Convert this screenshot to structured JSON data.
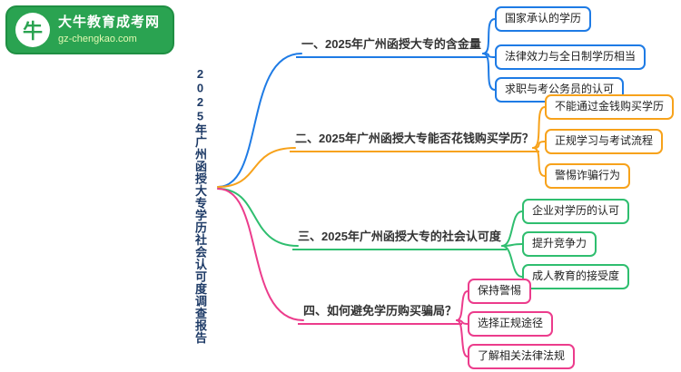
{
  "logo": {
    "site_name": "大牛教育成考网",
    "site_url": "gz-chengkao.com",
    "bull_char": "牛"
  },
  "root": {
    "title": "2025年广州函授大专学历社会认可度调查报告"
  },
  "branches": [
    {
      "label": "一、2025年广州函授大专的含金量",
      "color": "#1e7be5",
      "children": [
        "国家承认的学历",
        "法律效力与全日制学历相当",
        "求职与考公务员的认可"
      ]
    },
    {
      "label": "二、2025年广州函授大专能否花钱购买学历？",
      "color": "#f7a21b",
      "children": [
        "不能通过金钱购买学历",
        "正规学习与考试流程",
        "警惕诈骗行为"
      ]
    },
    {
      "label": "三、2025年广州函授大专的社会认可度",
      "color": "#2fbe6f",
      "children": [
        "企业对学历的认可",
        "提升竞争力",
        "成人教育的接受度"
      ]
    },
    {
      "label": "四、如何避免学历购买骗局？",
      "color": "#ec3c8c",
      "children": [
        "保持警惕",
        "选择正规途径",
        "了解相关法律法规"
      ]
    }
  ]
}
